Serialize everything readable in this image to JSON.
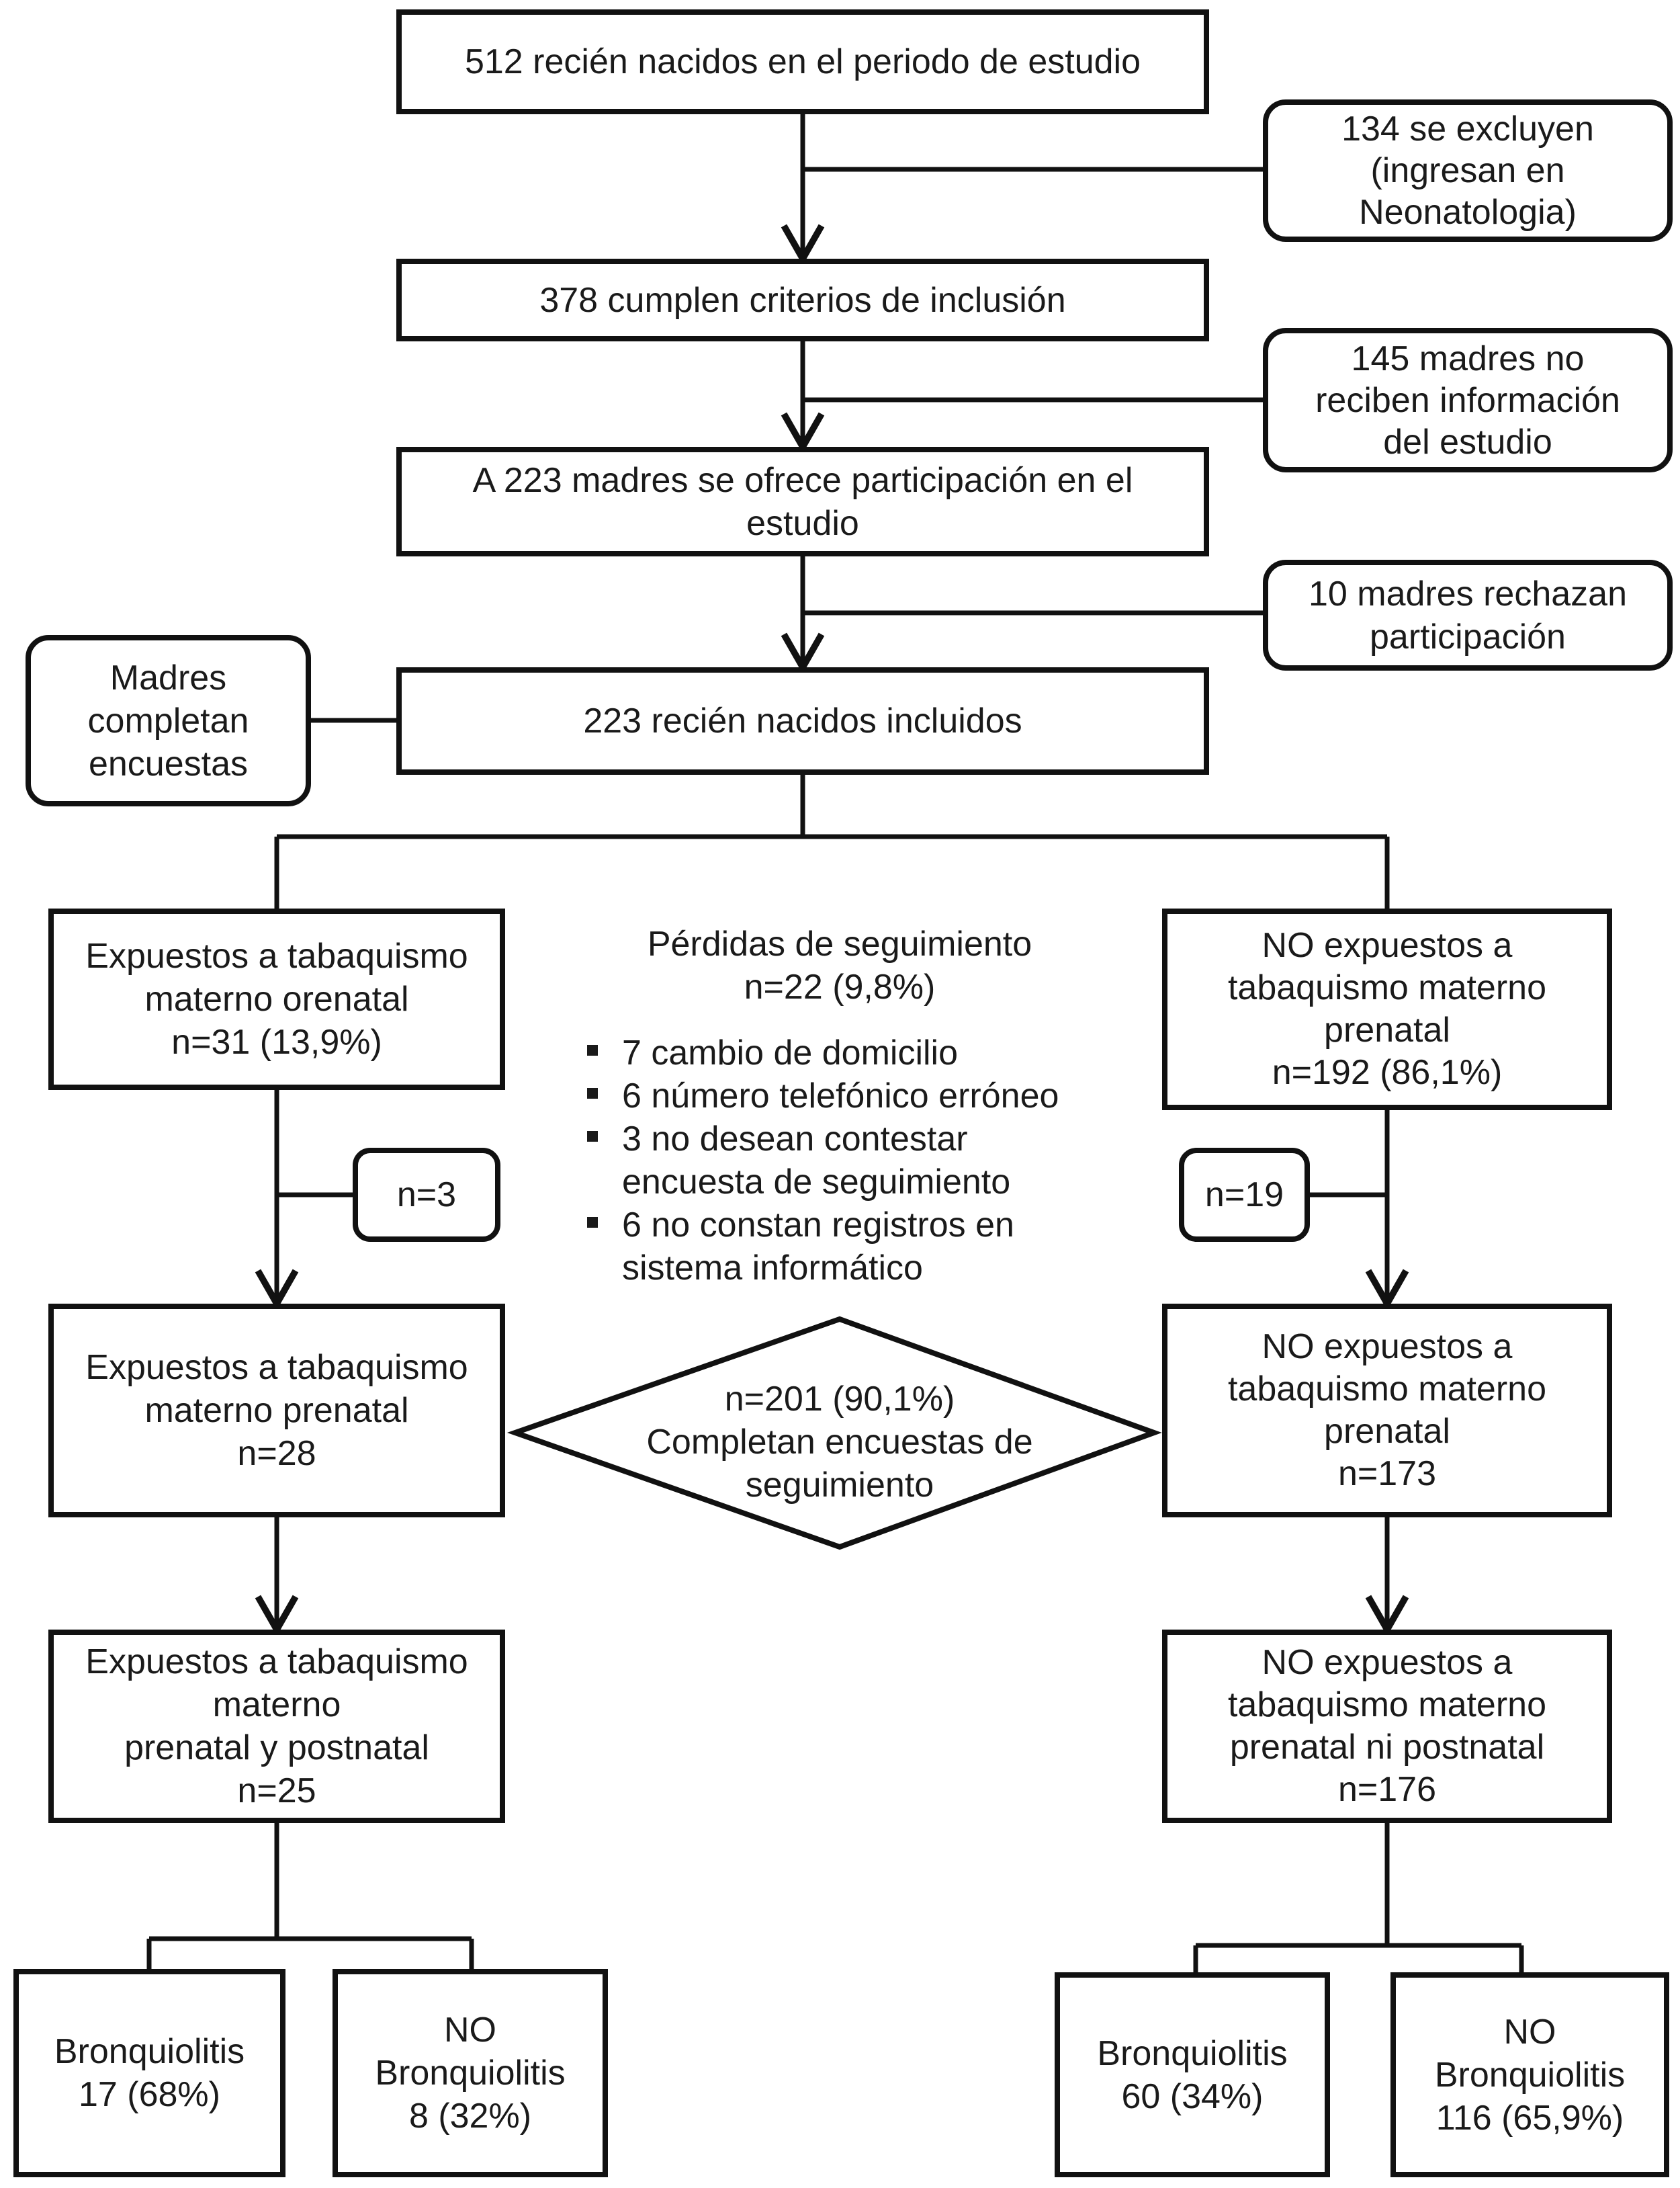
{
  "nodes": {
    "recien_nacidos": "512 recién nacidos en el periodo de estudio",
    "excluidos": [
      "134 se excluyen",
      "(ingresan en",
      "Neonatologia)"
    ],
    "criterios": "378 cumplen criterios de inclusión",
    "no_informacion": [
      "145 madres no",
      "reciben información",
      "del estudio"
    ],
    "ofrece": [
      "A 223 madres se ofrece participación en el",
      "estudio"
    ],
    "rechazan": [
      "10 madres rechazan",
      "participación"
    ],
    "encuestas": [
      "Madres",
      "completan",
      "encuestas"
    ],
    "incluidos": "223 recién nacidos incluidos",
    "expuestos_1": [
      "Expuestos a tabaquismo",
      "materno orenatal",
      "n=31 (13,9%)"
    ],
    "no_expuestos_1": [
      "NO expuestos a",
      "tabaquismo materno",
      "prenatal",
      "n=192 (86,1%)"
    ],
    "perdidas_title": [
      "Pérdidas de seguimiento",
      "n=22 (9,8%)"
    ],
    "perdidas_items": [
      "7 cambio de domicilio",
      "6 número telefónico erróneo",
      "3 no desean contestar encuesta de seguimiento",
      "6 no constan registros en sistema informático"
    ],
    "n3": "n=3",
    "n19": "n=19",
    "expuestos_2": [
      "Expuestos a tabaquismo",
      "materno prenatal",
      "n=28"
    ],
    "completan": [
      "n=201 (90,1%)",
      "Completan encuestas de",
      "seguimiento"
    ],
    "no_expuestos_2": [
      "NO expuestos a",
      "tabaquismo materno",
      "prenatal",
      "n=173"
    ],
    "expuestos_3": [
      "Expuestos a tabaquismo",
      "materno",
      "prenatal y postnatal",
      "n=25"
    ],
    "no_expuestos_3": [
      "NO expuestos a",
      "tabaquismo materno",
      "prenatal ni postnatal",
      "n=176"
    ],
    "bronq_exp": [
      "Bronquiolitis",
      "17 (68%)"
    ],
    "no_bronq_exp": [
      "NO",
      "Bronquiolitis",
      "8 (32%)"
    ],
    "bronq_noexp": [
      "Bronquiolitis",
      "60 (34%)"
    ],
    "no_bronq_noexp": [
      "NO",
      "Bronquiolitis",
      "116 (65,9%)"
    ]
  }
}
